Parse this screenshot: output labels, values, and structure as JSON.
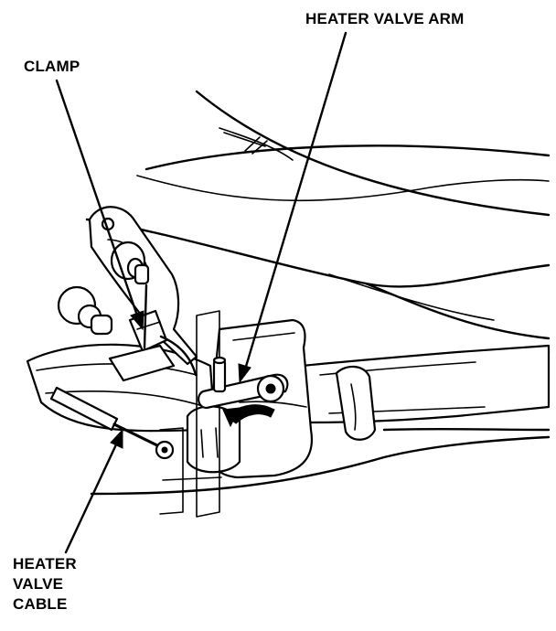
{
  "labels": {
    "heater_valve_arm": "HEATER VALVE ARM",
    "clamp": "CLAMP",
    "heater_valve_cable": [
      "HEATER",
      "VALVE",
      "CABLE"
    ]
  },
  "colors": {
    "ink": "#000000",
    "paper": "#ffffff"
  }
}
